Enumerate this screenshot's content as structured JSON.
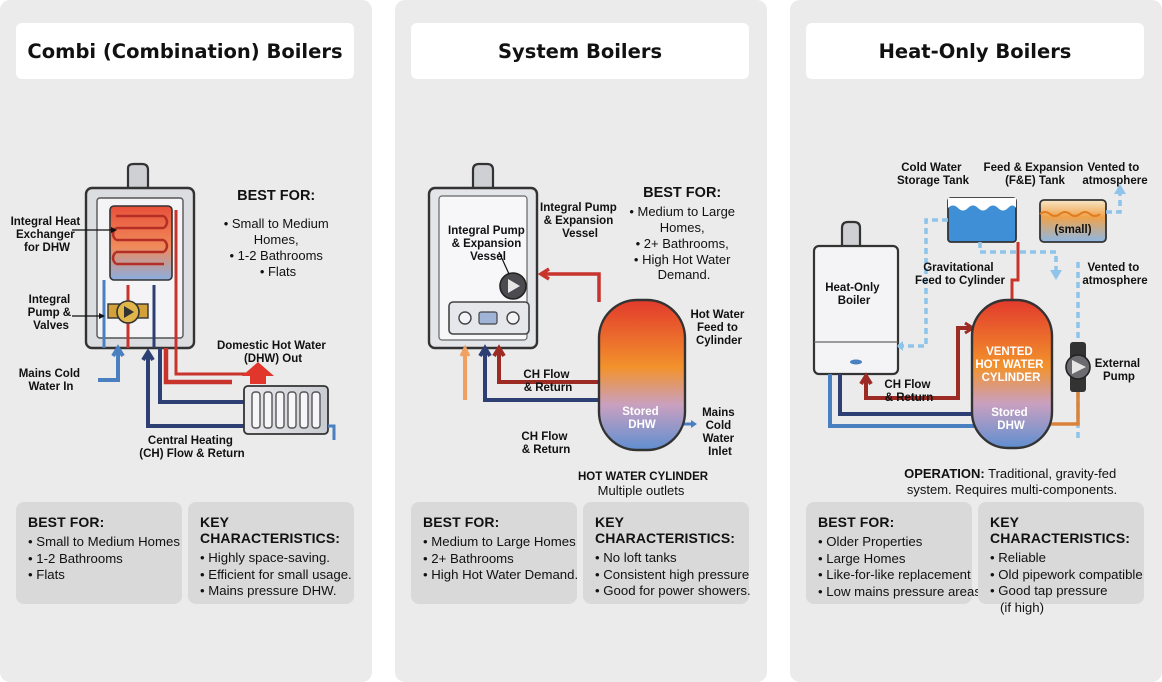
{
  "panels": [
    {
      "title": "Combi (Combination) Boilers",
      "labels": {
        "heat_exchanger": [
          "Integral Heat",
          "Exchanger",
          "for DHW"
        ],
        "pump_valves": [
          "Integral",
          "Pump &",
          "Valves"
        ],
        "mains_cold": [
          "Mains Cold",
          "Water In"
        ],
        "dhw_out": [
          "Domestic Hot Water",
          "(DHW) Out"
        ],
        "ch_flow": [
          "Central Heating",
          "(CH) Flow & Return"
        ]
      },
      "best_for_callout": {
        "heading": "BEST FOR:",
        "lines": [
          "• Small to Medium",
          "Homes,",
          "• 1-2 Bathrooms",
          "• Flats"
        ]
      },
      "card_best": {
        "heading": "BEST FOR:",
        "items": [
          "Small to Medium Homes",
          "1-2 Bathrooms",
          "Flats"
        ]
      },
      "card_key": {
        "heading": "KEY CHARACTERISTICS:",
        "items": [
          "Highly space-saving.",
          "Efficient for small usage.",
          "Mains pressure DHW."
        ]
      }
    },
    {
      "title": "System Boilers",
      "labels": {
        "pump_vessel_boiler": [
          "Integral Pump",
          "& Expansion",
          "Vessel"
        ],
        "pump_vessel_arrow": [
          "Integral Pump",
          "& Expansion",
          "Vessel"
        ],
        "hw_feed": [
          "Hot Water",
          "Feed to",
          "Cylinder"
        ],
        "ch_flow_upper": [
          "CH Flow",
          "& Return"
        ],
        "ch_flow_lower": [
          "CH Flow",
          "& Return"
        ],
        "mains_inlet": [
          "Mains",
          "Cold",
          "Water",
          "Inlet"
        ],
        "stored": [
          "Stored",
          "DHW"
        ],
        "cylinder_caption": "HOT WATER CYLINDER",
        "cylinder_sub": "Multiple outlets"
      },
      "best_for_callout": {
        "heading": "BEST FOR:",
        "lines": [
          "• Medium to Large",
          "Homes,",
          "• 2+ Bathrooms,",
          "• High Hot Water",
          "Demand."
        ]
      },
      "card_best": {
        "heading": "BEST FOR:",
        "items": [
          "Medium to Large Homes",
          "2+ Bathrooms",
          "High Hot Water Demand."
        ]
      },
      "card_key": {
        "heading": "KEY CHARACTERISTICS:",
        "items": [
          "No loft tanks",
          "Consistent high pressure",
          "Good for power showers."
        ]
      }
    },
    {
      "title": "Heat-Only Boilers",
      "labels": {
        "cold_tank": [
          "Cold Water",
          "Storage Tank"
        ],
        "fe_tank": [
          "Feed & Expansion",
          "(F&E) Tank"
        ],
        "vented_1": [
          "Vented to",
          "atmosphere"
        ],
        "vented_2": [
          "Vented to",
          "atmosphere"
        ],
        "small": "(small)",
        "boiler": [
          "Heat-Only",
          "Boiler"
        ],
        "grav_feed": [
          "Gravitational",
          "Feed to Cylinder"
        ],
        "ch_flow": [
          "CH Flow",
          "& Return"
        ],
        "vented_cyl": [
          "VENTED",
          "HOT WATER",
          "CYLINDER"
        ],
        "stored": [
          "Stored",
          "DHW"
        ],
        "pump": [
          "External",
          "Pump"
        ],
        "operation_heading": "OPERATION:",
        "operation_text": " Traditional, gravity-fed",
        "operation_text2": "system. Requires multi-components."
      },
      "card_best": {
        "heading": "BEST FOR:",
        "items": [
          "Older Properties",
          "Large Homes",
          "Like-for-like replacement",
          "Low mains pressure areas"
        ]
      },
      "card_key": {
        "heading": "KEY CHARACTERISTICS:",
        "items": [
          "Reliable",
          "Old pipework compatible",
          "Good tap pressure"
        ],
        "continuation": "(if high)"
      }
    }
  ],
  "colors": {
    "panel_bg": "#ebebec",
    "card_bg": "#d9d9da",
    "hot_pipe": "#c8332b",
    "cold_pipe": "#4a7fc0",
    "return_pipe": "#2d3f73",
    "orange_pipe": "#d9833a",
    "dashed_vent": "#8ec4ea"
  }
}
